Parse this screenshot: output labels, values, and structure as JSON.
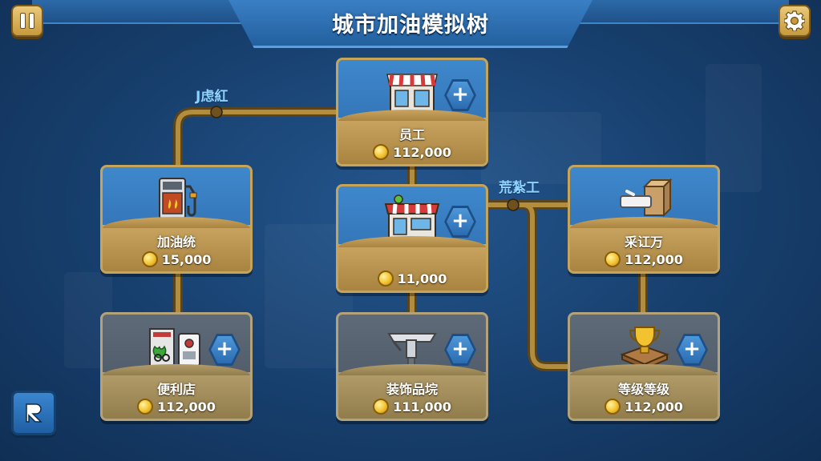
{
  "header": {
    "title": "城市加油模拟树"
  },
  "icons": {
    "pause": "pause-icon",
    "settings": "gear-icon",
    "back": "back-arrow-icon",
    "coin": "coin-icon",
    "plus": "plus-icon"
  },
  "pipe_labels": {
    "left": "J虑紅",
    "right": "荒紮工"
  },
  "nodes": [
    {
      "id": "staff",
      "name": "员工",
      "cost": "112,000",
      "locked": false,
      "has_plus": true,
      "icon": "shop-awning-icon"
    },
    {
      "id": "gas_station",
      "name": "加油统",
      "cost": "15,000",
      "locked": false,
      "has_plus": false,
      "icon": "fuel-pump-icon"
    },
    {
      "id": "store",
      "name": "",
      "cost": "11,000",
      "locked": false,
      "has_plus": true,
      "icon": "store-front-icon"
    },
    {
      "id": "collect",
      "name": "采讧万",
      "cost": "112,000",
      "locked": false,
      "has_plus": false,
      "icon": "crate-icon"
    },
    {
      "id": "convenience",
      "name": "便利店",
      "cost": "112,000",
      "locked": true,
      "has_plus": true,
      "icon": "vending-pumps-icon"
    },
    {
      "id": "decor",
      "name": "装饰品垸",
      "cost": "111,000",
      "locked": true,
      "has_plus": true,
      "icon": "tool-icon"
    },
    {
      "id": "level",
      "name": "等级等级",
      "cost": "112,000",
      "locked": true,
      "has_plus": true,
      "icon": "trophy-icon"
    }
  ],
  "colors": {
    "background": "#1a4576",
    "card_blue": "#3f88cc",
    "card_band": "#c9a561",
    "pipe": "#8a6a2c",
    "label_blue": "#8fd3ff",
    "button_gold": "#e9c97a"
  }
}
